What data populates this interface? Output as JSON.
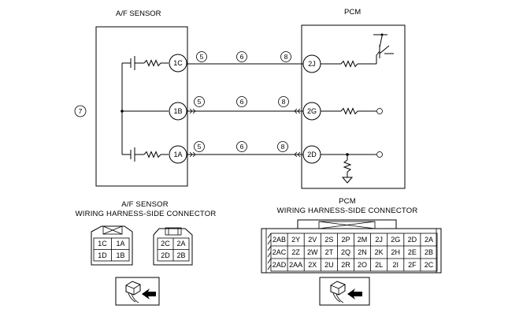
{
  "af_sensor": {
    "title": "A/F SENSOR",
    "pins": [
      "1C",
      "1B",
      "1A"
    ]
  },
  "pcm": {
    "title": "PCM",
    "pins": [
      "2J",
      "2G",
      "2D"
    ]
  },
  "wire_marks": [
    "5",
    "6",
    "8"
  ],
  "side_mark": "7",
  "af_connector": {
    "caption_line1": "A/F SENSOR",
    "caption_line2": "WIRING HARNESS-SIDE CONNECTOR",
    "left_cells": [
      "1C",
      "1A",
      "1D",
      "1B"
    ],
    "right_cells": [
      "2C",
      "2A",
      "2D",
      "2B"
    ]
  },
  "pcm_connector": {
    "caption_line1": "PCM",
    "caption_line2": "WIRING HARNESS-SIDE CONNECTOR",
    "rows": [
      [
        "2AB",
        "2Y",
        "2V",
        "2S",
        "2P",
        "2M",
        "2J",
        "2G",
        "2D",
        "2A"
      ],
      [
        "2AC",
        "2Z",
        "2W",
        "2T",
        "2Q",
        "2N",
        "2K",
        "2H",
        "2E",
        "2B"
      ],
      [
        "2AD",
        "2AA",
        "2X",
        "2U",
        "2R",
        "2O",
        "2L",
        "2I",
        "2F",
        "2C"
      ]
    ]
  }
}
